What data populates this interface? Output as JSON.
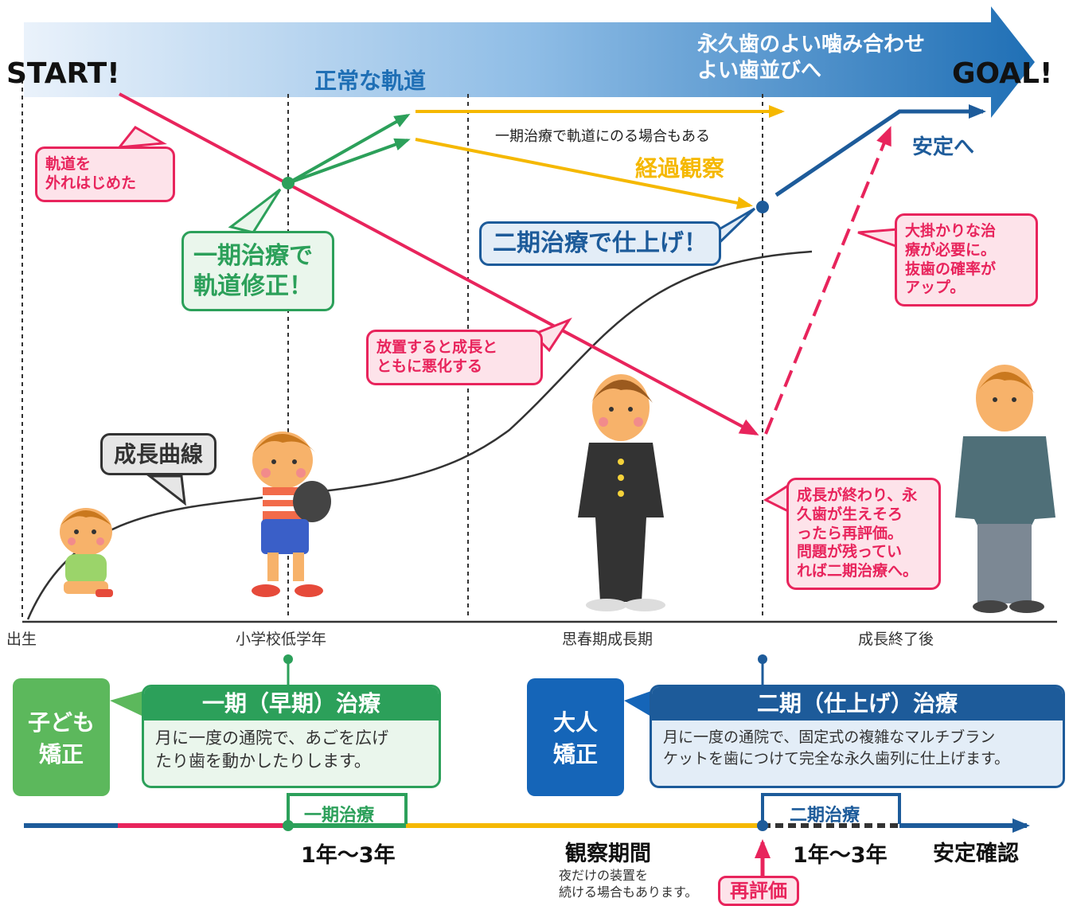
{
  "header": {
    "start": "START!",
    "goal": "GOAL!",
    "normal_path": "正常な軌道",
    "goal_text": [
      "永久歯のよい噛み合わせ",
      "よい歯並びへ"
    ]
  },
  "annotations": {
    "one_period_optional": "一期治療で軌道にのる場合もある",
    "observation": "経過観察",
    "stable": "安定へ"
  },
  "callouts": {
    "off_track": [
      "軌道を",
      "外れはじめた"
    ],
    "phase1_fix": [
      "一期治療で",
      "軌道修正！"
    ],
    "phase2_finish": "二期治療で仕上げ！",
    "worsen": [
      "放置すると成長と",
      "ともに悪化する"
    ],
    "growth_curve": "成長曲線",
    "big_treatment": [
      "大掛かりな治",
      "療が必要に。",
      "抜歯の確率が",
      "アップ。"
    ],
    "reevaluate_note": [
      "成長が終わり、永",
      "久歯が生えそろ",
      "ったら再評価。",
      "問題が残ってい",
      "れば二期治療へ。"
    ]
  },
  "stages": {
    "birth": "出生",
    "elementary": "小学校低学年",
    "puberty": "思春期成長期",
    "after_growth": "成長終了後"
  },
  "panels": {
    "child": {
      "label": [
        "子ども",
        "矯正"
      ],
      "title": "一期（早期）治療",
      "body": [
        "月に一度の通院で、あごを広げ",
        "たり歯を動かしたりします。"
      ]
    },
    "adult": {
      "label": [
        "大人",
        "矯正"
      ],
      "title": "二期（仕上げ）治療",
      "body": [
        "月に一度の通院で、固定式の複雑なマルチブラン",
        "ケットを歯につけて完全な永久歯列に仕上げます。"
      ]
    }
  },
  "timeline": {
    "phase1": "一期治療",
    "phase1_duration": "1年〜3年",
    "observation": "観察期間",
    "observation_note": [
      "夜だけの装置を",
      "続ける場合もあります。"
    ],
    "reevaluation": "再評価",
    "phase2": "二期治療",
    "phase2_duration": "1年〜3年",
    "stable_check": "安定確認"
  },
  "colors": {
    "blue": "#1d5b9a",
    "pink": "#e8245c",
    "green": "#2ca05a",
    "yellow": "#f5b800",
    "dark": "#333333"
  }
}
